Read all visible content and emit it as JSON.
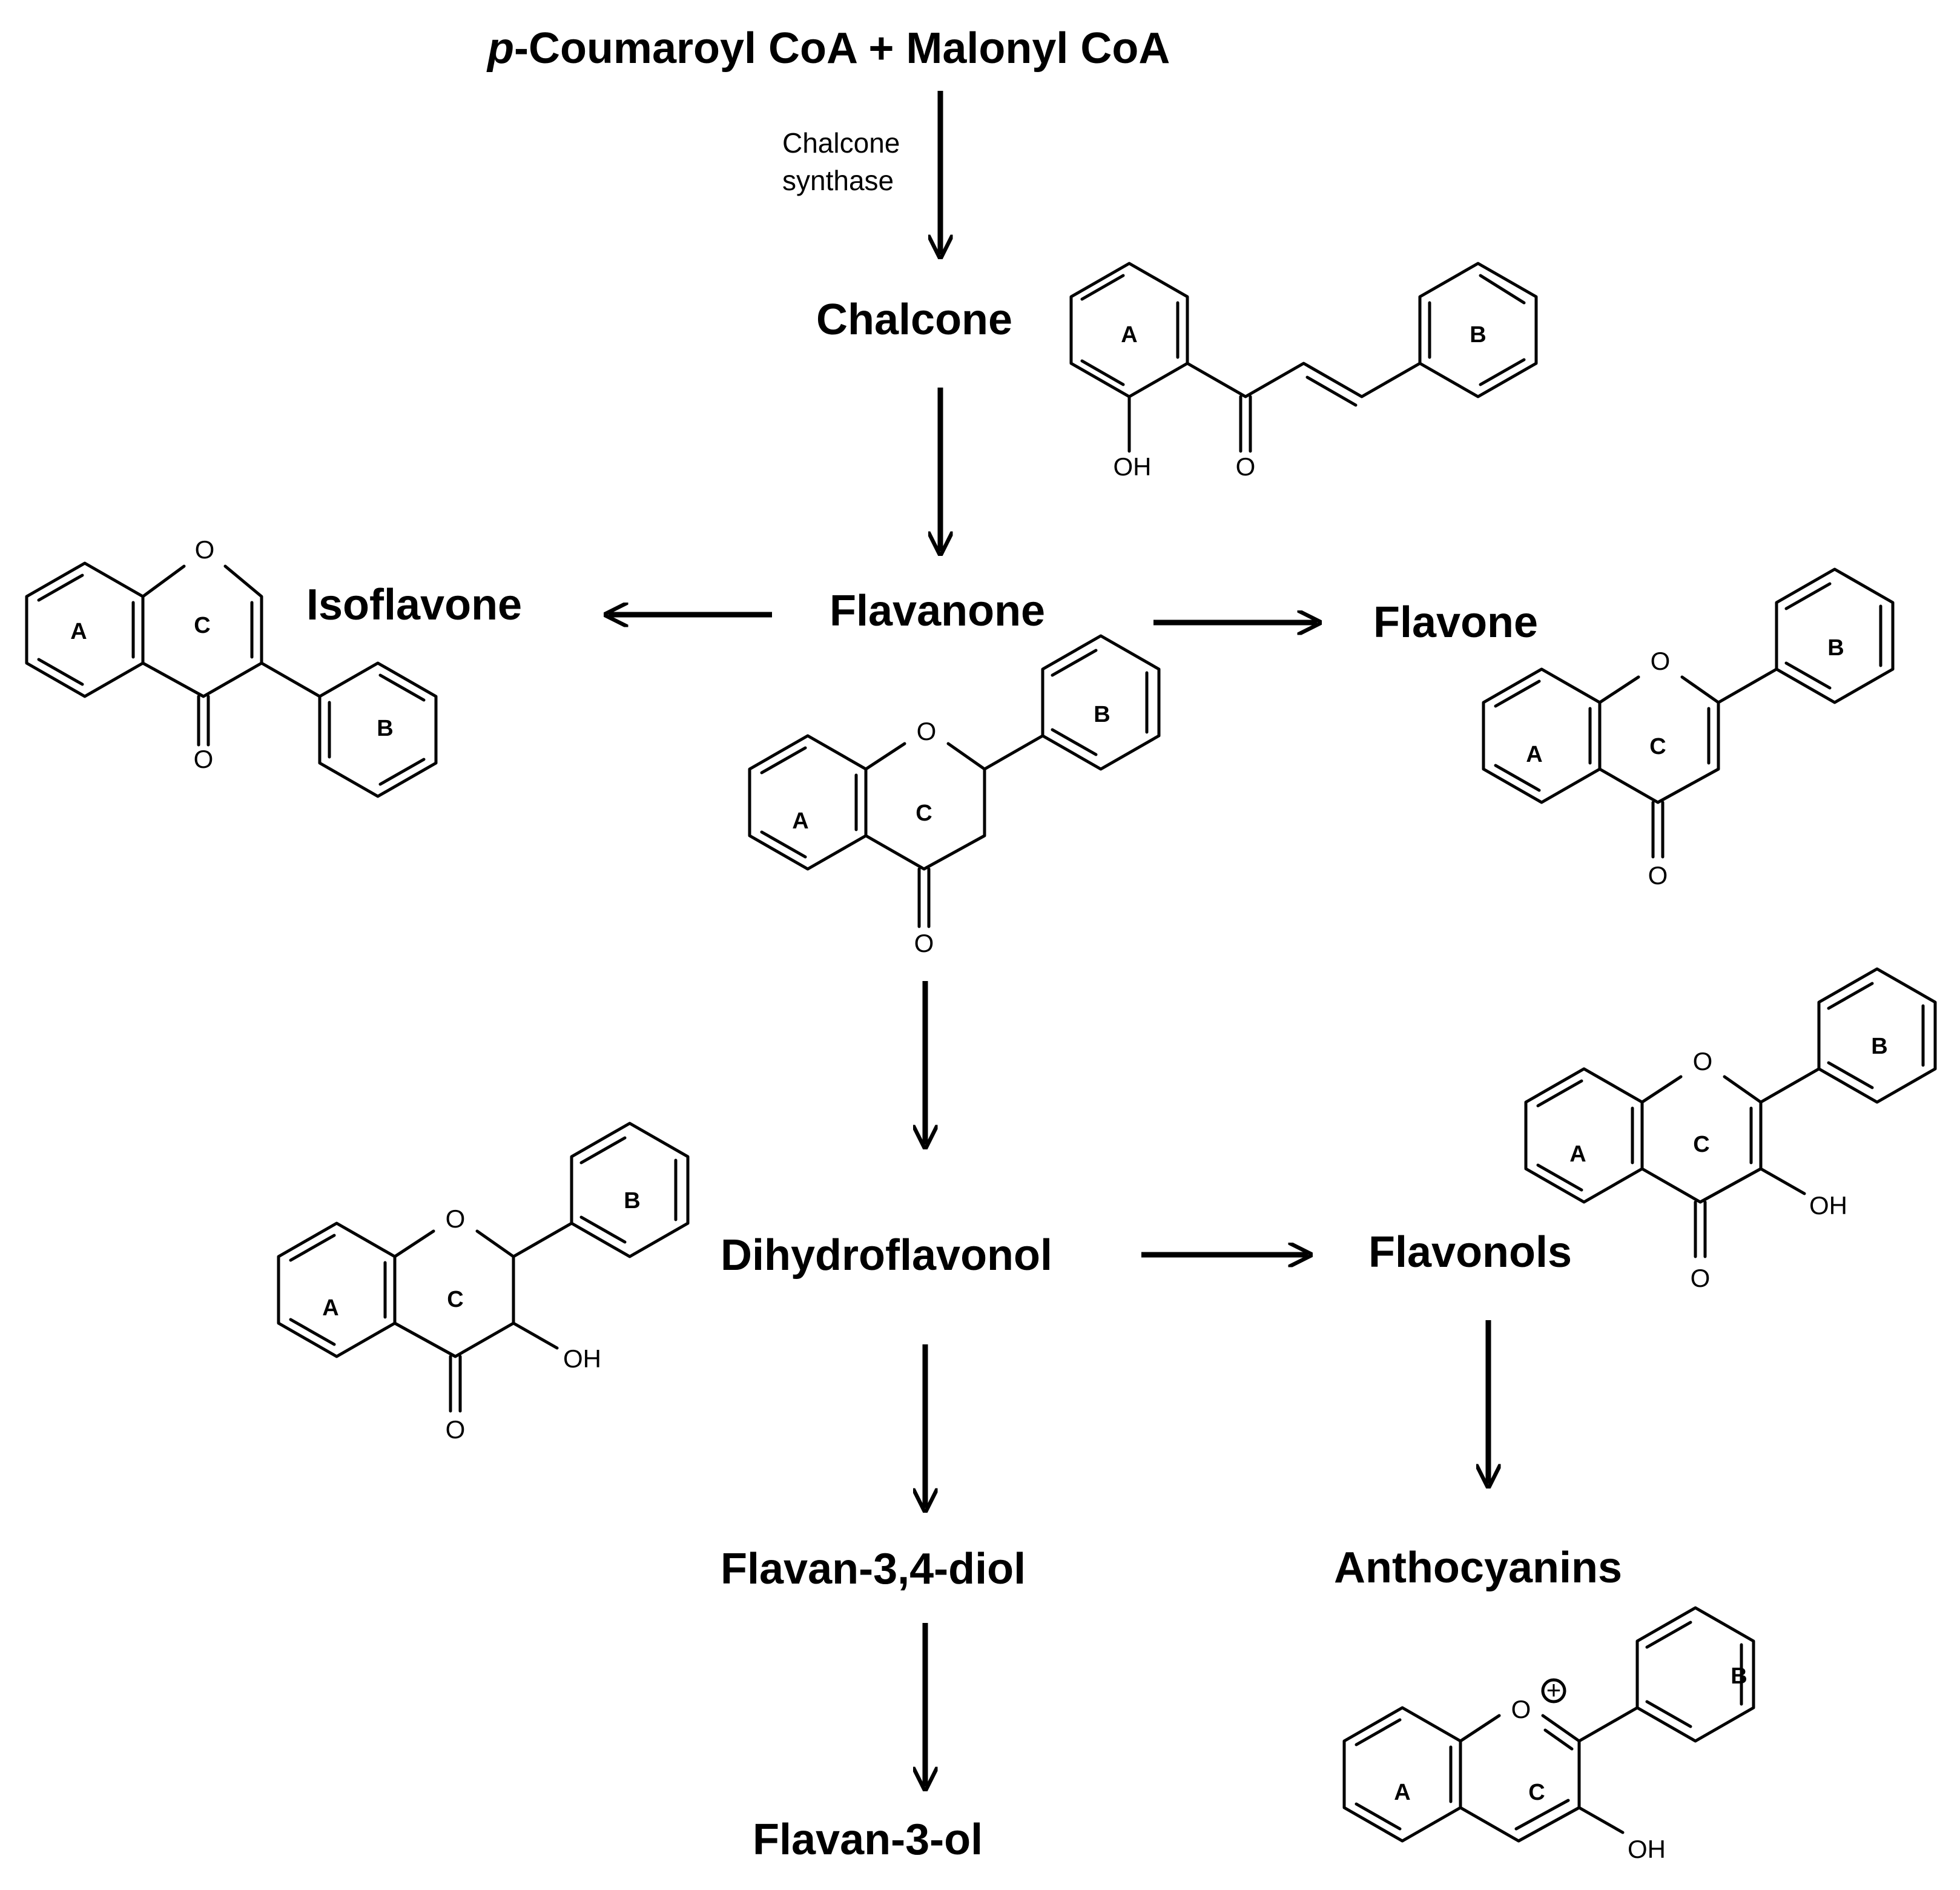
{
  "substrates": {
    "prefix": "p",
    "rest": "-Coumaroyl CoA + Malonyl CoA"
  },
  "enzyme": {
    "line1": "Chalcone",
    "line2": "synthase"
  },
  "compounds": {
    "chalcone": "Chalcone",
    "flavanone": "Flavanone",
    "isoflavone": "Isoflavone",
    "flavone": "Flavone",
    "dihydroflavonol": "Dihydroflavonol",
    "flavonols": "Flavonols",
    "flavan_diol": "Flavan-3,4-diol",
    "flavan_ol": "Flavan-3-ol",
    "anthocyanins": "Anthocyanins"
  },
  "ring_labels": {
    "a": "A",
    "b": "B",
    "c": "C"
  },
  "atoms": {
    "oxygen": "O",
    "hydroxyl": "OH",
    "charge": "+"
  }
}
